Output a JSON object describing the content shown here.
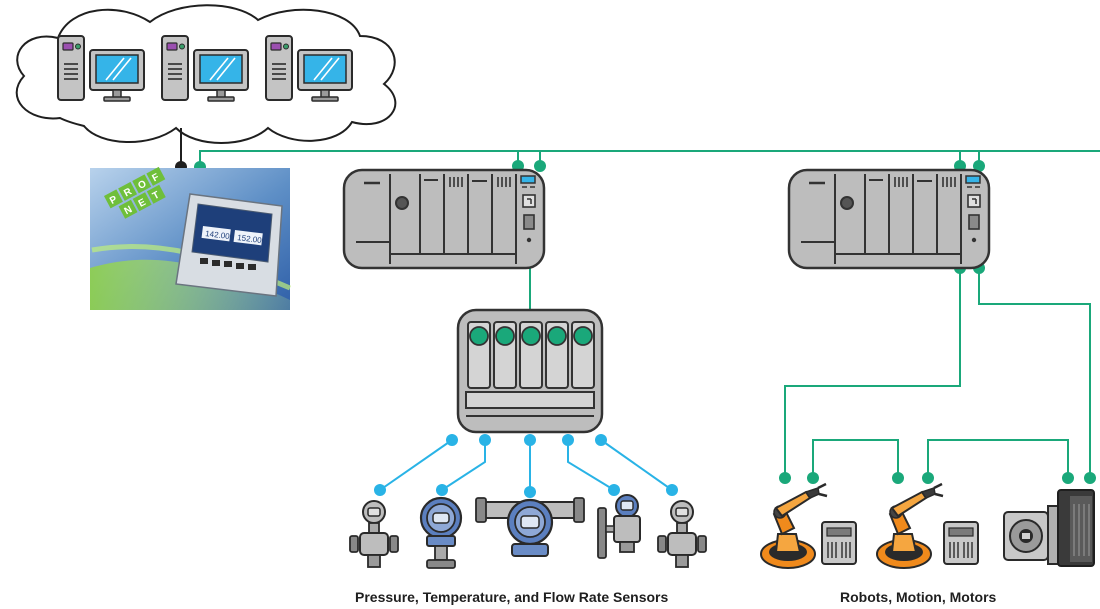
{
  "captions": {
    "sensors": "Pressure, Temperature, and Flow Rate Sensors",
    "robots": "Robots, Motion, Motors"
  },
  "hmi": {
    "logo_text": "PROFINET",
    "readout_left": "142.00",
    "readout_right": "152.00"
  },
  "colors": {
    "profinet_line": "#1aa87a",
    "fieldbus_line": "#29b3e6",
    "device_gray": "#bdbdbd",
    "device_stroke": "#3a3a3a",
    "cloud_stroke": "#1f1f1f",
    "robot_orange": "#f08a1c",
    "hmi_blue": "#2f5fa8"
  },
  "icons": [
    "server-tower-icon",
    "monitor-icon",
    "plc-rack-icon",
    "io-module-icon",
    "pressure-transmitter-icon",
    "temperature-transmitter-icon",
    "flowmeter-icon",
    "robot-arm-icon",
    "servo-drive-icon",
    "servo-motor-icon"
  ]
}
